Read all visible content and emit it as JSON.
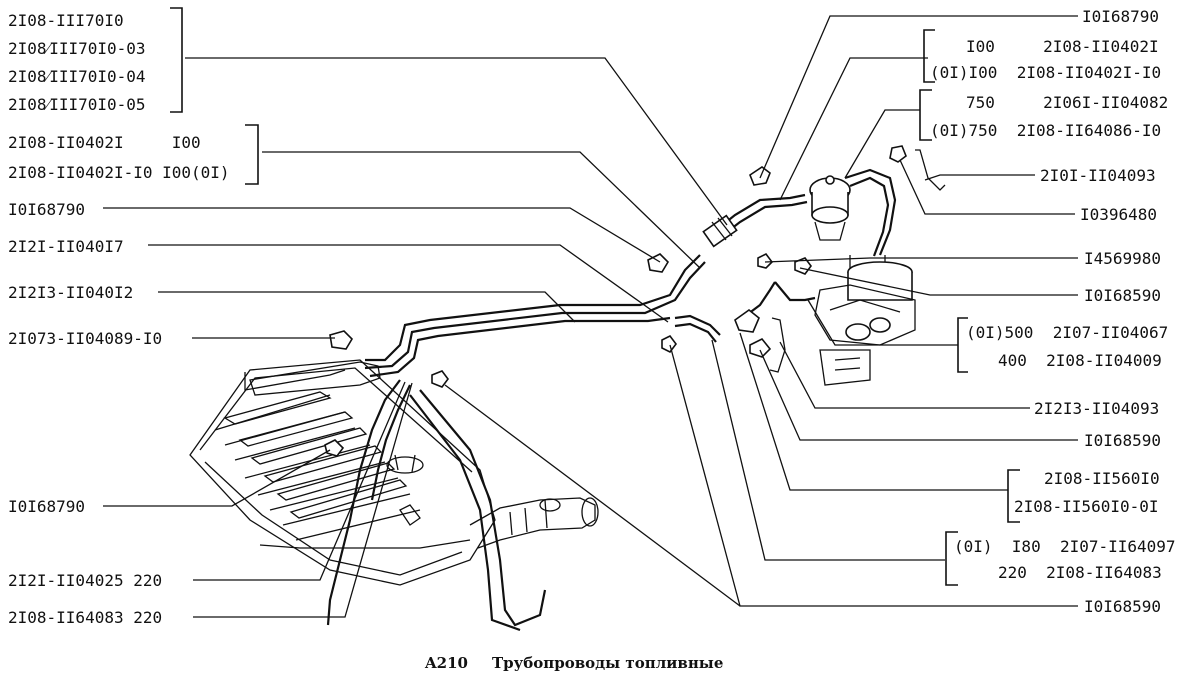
{
  "caption": {
    "code": "A210",
    "title": "Трубопроводы топливные"
  },
  "left_labels": {
    "g1": [
      "2I08-III70I0",
      "2I08⁄III70I0-03",
      "2I08⁄III70I0-04",
      "2I08⁄III70I0-05"
    ],
    "g2a": "2I08-II0402I     I00",
    "g2b": "2I08-II0402I-I0 I00(0I)",
    "l1": "I0I68790",
    "l2": "2I2I-II040I7",
    "l3": "2I2I3-II040I2",
    "l4": "2I073-II04089-I0",
    "l5": "I0I68790",
    "l6": "2I2I-II04025 220",
    "l7": "2I08-II64083 220"
  },
  "right_labels": {
    "r1": "I0I68790",
    "r2a": "I00     2I08-II0402I",
    "r2b": "(0I)I00  2I08-II0402I-I0",
    "r3a": "750     2I06I-II04082",
    "r3b": "(0I)750  2I08-II64086-I0",
    "r4": "2I0I-II04093",
    "r5": "I0396480",
    "r6": "I4569980",
    "r7": "I0I68590",
    "r8a": "(0I)500  2I07-II04067",
    "r8b": "400  2I08-II04009",
    "r9": "2I2I3-II04093",
    "r10": "I0I68590",
    "r11a": "2I08-II560I0",
    "r11b": "2I08-II560I0-0I",
    "r12a": "(0I)  I80  2I07-II64097",
    "r12b": "220  2I08-II64083",
    "r13": "I0I68590"
  }
}
